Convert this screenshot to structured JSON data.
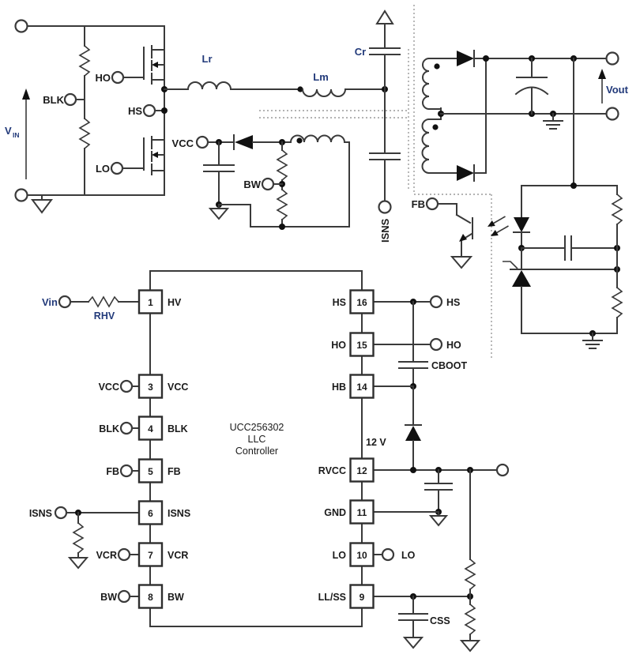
{
  "title": "LLC converter application schematic",
  "colors": {
    "line": "#3a3a3a",
    "component_label": "#223a7a",
    "text": "#1a1a1a",
    "boundary": "#9a9a9a"
  },
  "power": {
    "vin": "V",
    "vin_sub": "IN",
    "blk": "BLK",
    "ho": "HO",
    "hs": "HS",
    "lo": "LO",
    "lr": "Lr",
    "lm": "Lm",
    "cr": "Cr",
    "vcc": "VCC",
    "bw": "BW",
    "isns": "ISNS",
    "fb": "FB",
    "vout": "Vout"
  },
  "ic": {
    "name_line1": "UCC256302",
    "name_line2": "LLC",
    "name_line3": "Controller",
    "rhv": "RHV",
    "cboot": "CBOOT",
    "rail_12v": "12 V",
    "css": "CSS",
    "left_pins": [
      {
        "num": "1",
        "name": "HV",
        "ext": "Vin"
      },
      {
        "num": "3",
        "name": "VCC",
        "ext": "VCC"
      },
      {
        "num": "4",
        "name": "BLK",
        "ext": "BLK"
      },
      {
        "num": "5",
        "name": "FB",
        "ext": "FB"
      },
      {
        "num": "6",
        "name": "ISNS",
        "ext": "ISNS"
      },
      {
        "num": "7",
        "name": "VCR",
        "ext": "VCR"
      },
      {
        "num": "8",
        "name": "BW",
        "ext": "BW"
      }
    ],
    "right_pins": [
      {
        "num": "16",
        "name": "HS",
        "ext": "HS"
      },
      {
        "num": "15",
        "name": "HO",
        "ext": "HO"
      },
      {
        "num": "14",
        "name": "HB",
        "ext": ""
      },
      {
        "num": "12",
        "name": "RVCC",
        "ext": ""
      },
      {
        "num": "11",
        "name": "GND",
        "ext": ""
      },
      {
        "num": "10",
        "name": "LO",
        "ext": "LO"
      },
      {
        "num": "9",
        "name": "LL/SS",
        "ext": ""
      }
    ]
  }
}
